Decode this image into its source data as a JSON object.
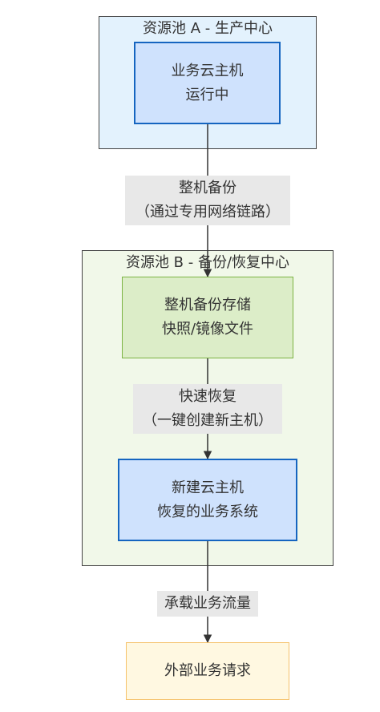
{
  "clusters": {
    "a": {
      "title": "资源池 A - 生产中心",
      "fill": "#e3f2fd",
      "border": "#444444"
    },
    "b": {
      "title": "资源池 B - 备份/恢复中心",
      "fill": "#f1f8e9",
      "border": "#444444"
    }
  },
  "nodes": {
    "app_vm": {
      "line1": "业务云主机",
      "line2": "运行中",
      "fill": "#cfe2fd",
      "border": "#1565c0"
    },
    "backup_store": {
      "line1": "整机备份存储",
      "line2": "快照/镜像文件",
      "fill": "#dcedc8",
      "border": "#7cb342"
    },
    "new_vm": {
      "line1": "新建云主机",
      "line2": "恢复的业务系统",
      "fill": "#cfe2fd",
      "border": "#1565c0"
    },
    "external": {
      "line1": "外部业务请求",
      "fill": "#fff8e1",
      "border": "#f5c26b"
    }
  },
  "edges": {
    "backup": {
      "line1": "整机备份",
      "line2": "（通过专用网络链路）"
    },
    "restore": {
      "line1": "快速恢复",
      "line2": "（一键创建新主机）"
    },
    "traffic": {
      "line1": "承载业务流量"
    }
  }
}
